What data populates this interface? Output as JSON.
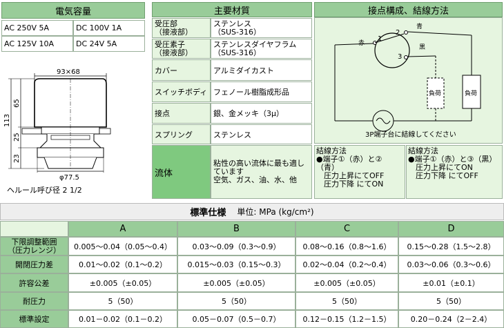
{
  "capacity": {
    "title": "電気容量",
    "rows": [
      [
        "AC 250V 5A",
        "DC 100V 1A"
      ],
      [
        "AC 125V 10A",
        "DC 24V 5A"
      ]
    ]
  },
  "materials": {
    "title": "主要材質",
    "rows": [
      {
        "label": "受圧部\n（接液部）",
        "value": "ステンレス\n（SUS-316）"
      },
      {
        "label": "受圧素子\n（接液部）",
        "value": "ステンレスダイヤフラム\n（SUS-316）"
      },
      {
        "label": "カバー",
        "value": "アルミダイカスト"
      },
      {
        "label": "スイッチボディ",
        "value": "フェノール樹脂成形品"
      },
      {
        "label": "接点",
        "value": "銀、金メッキ（3μ）"
      },
      {
        "label": "スプリング",
        "value": "ステンレス"
      }
    ],
    "fluid_label": "流体",
    "fluid_value": "粘性の高い流体に最も適し\nています\n空気、ガス、油、水、他"
  },
  "contact": {
    "title": "接点構成、結線方法",
    "red": "赤",
    "blue": "青",
    "black": "黒",
    "n1": "1",
    "n2": "2",
    "n3": "3",
    "load": "負荷",
    "note": "3P端子台に結線してください",
    "wiring1": "結線方法\n●端子①（赤）と②（青）\n　圧力上昇にてOFF\n　圧力下降 にてON",
    "wiring2": "結線方法\n●端子①（赤）と③（黒）\n　圧力上昇にてON\n　圧力下降 にてOFF"
  },
  "drawing": {
    "dim_top": "93×68",
    "dim_113": "113",
    "dim_65": "65",
    "dim_25": "25",
    "dim_23": "23",
    "dim_phi": "φ77.5",
    "caption": "ヘルール呼び径 2 1/2"
  },
  "spec": {
    "title": "標準仕様",
    "unit": "単位: MPa (kg/cm²)",
    "columns": [
      "A",
      "B",
      "C",
      "D"
    ],
    "rows": [
      {
        "label": "下限調整範囲\n（圧力レンジ）",
        "values": [
          "0.005～0.04（0.05～0.4）",
          "0.03～0.09（0.3～0.9）",
          "0.08～0.16（0.8～1.6）",
          "0.15～0.28（1.5～2.8）"
        ]
      },
      {
        "label": "開閉圧力差",
        "values": [
          "0.01～0.02（0.1～0.2）",
          "0.015～0.03（0.15～0.3）",
          "0.02～0.04（0.2～0.4）",
          "0.03～0.06（0.3～0.6）"
        ]
      },
      {
        "label": "許容公差",
        "values": [
          "±0.005（±0.05）",
          "±0.005（±0.05）",
          "±0.005（±0.05）",
          "±0.01（±0.1）"
        ]
      },
      {
        "label": "耐圧力",
        "values": [
          "5（50）",
          "5（50）",
          "5（50）",
          "5（50）"
        ]
      },
      {
        "label": "標準設定",
        "values": [
          "0.01－0.02（0.1－0.2）",
          "0.05－0.07（0.5－0.7）",
          "0.12－0.15（1.2－1.5）",
          "0.20－0.24（2－2.4）"
        ]
      }
    ]
  }
}
